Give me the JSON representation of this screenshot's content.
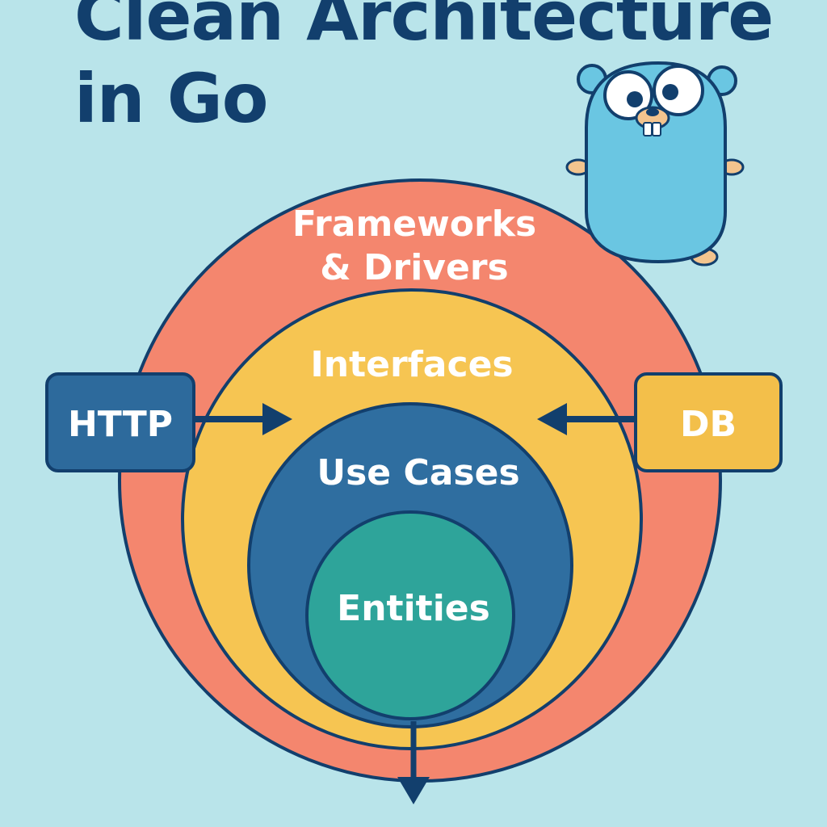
{
  "title": {
    "line1": "Clean Architecture",
    "line2": "in Go"
  },
  "layers": {
    "frameworks": {
      "line1": "Frameworks",
      "line2": "& Drivers"
    },
    "interfaces": "Interfaces",
    "use_cases": "Use Cases",
    "entities": "Entities"
  },
  "boxes": {
    "http": "HTTP",
    "db": "DB"
  },
  "mascot_icon": "go-gopher-icon",
  "colors": {
    "background": "#b9e4ea",
    "title": "#123f6d",
    "outline": "#123f6d",
    "frameworks": "#f4866e",
    "interfaces": "#f6c552",
    "use_cases": "#2f6ea0",
    "entities": "#2ea49a",
    "http_box": "#2d6a9c",
    "db_box": "#f3bf4a",
    "gopher": "#6ac6e2"
  }
}
